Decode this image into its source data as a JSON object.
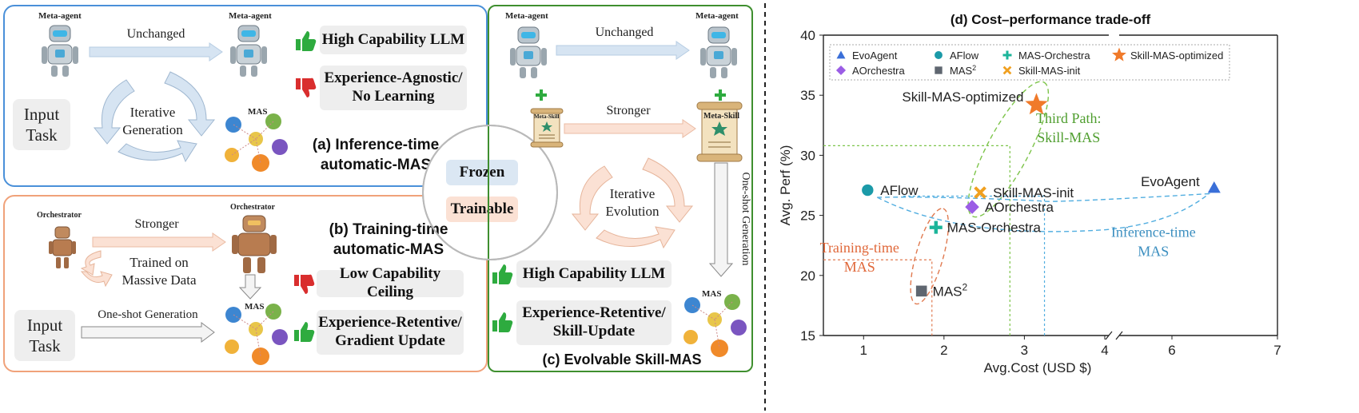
{
  "panel_a": {
    "meta_agent_left": "Meta-agent",
    "meta_agent_right": "Meta-agent",
    "unchanged": "Unchanged",
    "high_cap": "High Capability LLM",
    "exp_agnostic_1": "Experience-Agnostic/",
    "exp_agnostic_2": "No Learning",
    "input_1": "Input",
    "input_2": "Task",
    "iter_1": "Iterative",
    "iter_2": "Generation",
    "mas": "MAS",
    "title_1": "(a) Inference-time",
    "title_2": "automatic-MAS"
  },
  "panel_b": {
    "orch_left": "Orchestrator",
    "orch_right": "Orchestrator",
    "stronger": "Stronger",
    "trained_1": "Trained on",
    "trained_2": "Massive Data",
    "input_1": "Input",
    "input_2": "Task",
    "oneshot": "One-shot Generation",
    "mas": "MAS",
    "title_1": "(b) Training-time",
    "title_2": "automatic-MAS",
    "low_cap": "Low Capability Ceiling",
    "exp_ret_1": "Experience-Retentive/",
    "exp_ret_2": "Gradient Update"
  },
  "legend_center": {
    "frozen": "Frozen",
    "trainable": "Trainable"
  },
  "panel_c": {
    "meta_agent_left": "Meta-agent",
    "meta_agent_right": "Meta-agent",
    "unchanged": "Unchanged",
    "stronger": "Stronger",
    "meta_skill_small": "Meta-Skill",
    "meta_skill_big": "Meta-Skill",
    "iter_1": "Iterative",
    "iter_2": "Evolution",
    "oneshot": "One-shot Generation",
    "high_cap": "High Capability LLM",
    "exp_ret_1": "Experience-Retentive/",
    "exp_ret_2": "Skill-Update",
    "mas": "MAS",
    "title": "(c) Evolvable Skill-MAS"
  },
  "chart_data": {
    "type": "scatter",
    "title": "(d) Cost–performance trade-off",
    "xlabel": "Avg.Cost (USD $)",
    "ylabel": "Avg. Perf (%)",
    "ylim": [
      15,
      40
    ],
    "xticks_left": [
      "1",
      "2",
      "3",
      "4"
    ],
    "xticks_right": [
      "6",
      "7"
    ],
    "yticks": [
      "15",
      "20",
      "25",
      "30",
      "35",
      "40"
    ],
    "broken_axis": true,
    "legend_position": "top",
    "series": [
      {
        "name": "EvoAgent",
        "x": 6.4,
        "y": 27.3,
        "marker": "triangle",
        "color": "#3a6fd8",
        "label": "EvoAgent"
      },
      {
        "name": "AFlow",
        "x": 1.05,
        "y": 27.1,
        "marker": "circle",
        "color": "#1b9aa8",
        "label": "AFlow"
      },
      {
        "name": "MAS-Orchestra",
        "x": 1.9,
        "y": 24.0,
        "marker": "plus",
        "color": "#1bb59a",
        "label": "MAS-Orchestra"
      },
      {
        "name": "Skill-MAS-optimized",
        "x": 3.15,
        "y": 34.2,
        "marker": "star",
        "color": "#f07a2a",
        "label": "Skill-MAS-optimized"
      },
      {
        "name": "AOrchestra",
        "x": 2.35,
        "y": 25.7,
        "marker": "diamond",
        "color": "#9b5de5",
        "label": "AOrchestra"
      },
      {
        "name": "MAS",
        "superscript": "2",
        "x": 1.72,
        "y": 18.7,
        "marker": "square",
        "color": "#5f6670",
        "label": "MAS"
      },
      {
        "name": "Skill-MAS-init",
        "x": 2.45,
        "y": 26.9,
        "marker": "x",
        "color": "#f0a020",
        "label": "Skill-MAS-init"
      }
    ],
    "annotations": {
      "third_path_1": "Third Path:",
      "third_path_2": "Skill-MAS",
      "inference_1": "Inference-time",
      "inference_2": "MAS",
      "training_1": "Training-time",
      "training_2": "MAS"
    },
    "colors": {
      "third_path": "#4f9e2f",
      "inference": "#3c8fc0",
      "training": "#e0683a"
    }
  },
  "colors": {
    "panel_a_border": "#4a90d9",
    "panel_b_border": "#f0a27a",
    "panel_c_border": "#3f8f2f",
    "frozen_bg": "#dbe7f3",
    "trainable_bg": "#fbe1d4",
    "thumb_up": "#2eab3f",
    "thumb_down": "#d92e2e"
  }
}
